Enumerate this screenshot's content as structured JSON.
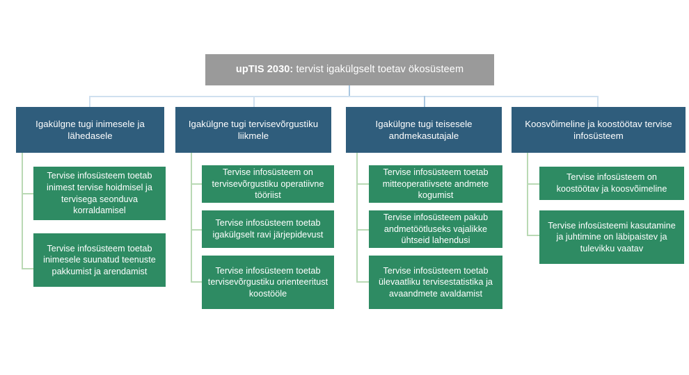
{
  "diagram": {
    "title_strong": "upTIS 2030:",
    "title_rest": " tervist igakülgselt toetav ökosüsteem",
    "colors": {
      "root_box": "#9a9a9a",
      "branch_box": "#2f5d7c",
      "leaf_box": "#2e8b63",
      "connector_blue": "#cfe0ef",
      "connector_blue_strong": "#a8c6e0",
      "connector_green": "#b9d9b4",
      "text": "#ffffff",
      "background": "#ffffff"
    },
    "branches": [
      {
        "label": "Igakülgne tugi inimesele ja lähedasele",
        "leaves": [
          "Tervise infosüsteem toetab inimest tervise hoidmisel ja tervisega seonduva korraldamisel",
          "Tervise infosüsteem toetab inimesele suunatud teenuste pakkumist ja arendamist"
        ]
      },
      {
        "label": "Igakülgne tugi tervisevõrgustiku liikmele",
        "leaves": [
          "Tervise infosüsteem on tervisevõrgustiku operatiivne tööriist",
          "Tervise infosüsteem toetab igakülgselt ravi järjepidevust",
          "Tervise infosüsteem toetab tervisevõrgustiku orienteeritust koostööle"
        ]
      },
      {
        "label": "Igakülgne tugi teisesele andmekasutajale",
        "leaves": [
          "Tervise infosüsteem toetab mitteoperatiivsete andmete kogumist",
          "Tervise infosüsteem pakub andmetöötluseks vajalikke ühtseid lahendusi",
          "Tervise infosüsteem toetab ülevaatliku tervisestatistika ja avaandmete avaldamist"
        ]
      },
      {
        "label": "Koosvõimeline ja koostöötav tervise infosüsteem",
        "leaves": [
          "Tervise infosüsteem on koostöötav ja koosvõimeline",
          "Tervise infosüsteemi kasutamine ja juhtimine on läbipaistev ja tulevikku vaatav"
        ]
      }
    ]
  }
}
